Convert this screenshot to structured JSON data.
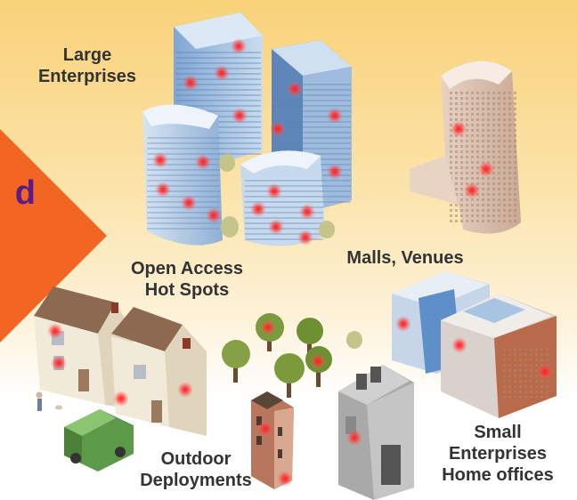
{
  "accent_fragment": "d",
  "labels": {
    "large_enterprises": [
      "Large",
      "Enterprises"
    ],
    "open_access": [
      "Open Access",
      "Hot Spots"
    ],
    "malls": "Malls, Venues",
    "small_enterprises": [
      "Small",
      "Enterprises",
      "Home offices"
    ],
    "outdoor": [
      "Outdoor",
      "Deployments"
    ]
  },
  "colors": {
    "orange_accent": "#f26522",
    "hotspot": "#e8171b",
    "label_text": "#333333",
    "accent_text": "#5a1a8a"
  },
  "icons": [
    "building-icon",
    "tree-icon",
    "house-icon",
    "van-icon",
    "person-icon",
    "hotspot-icon"
  ]
}
